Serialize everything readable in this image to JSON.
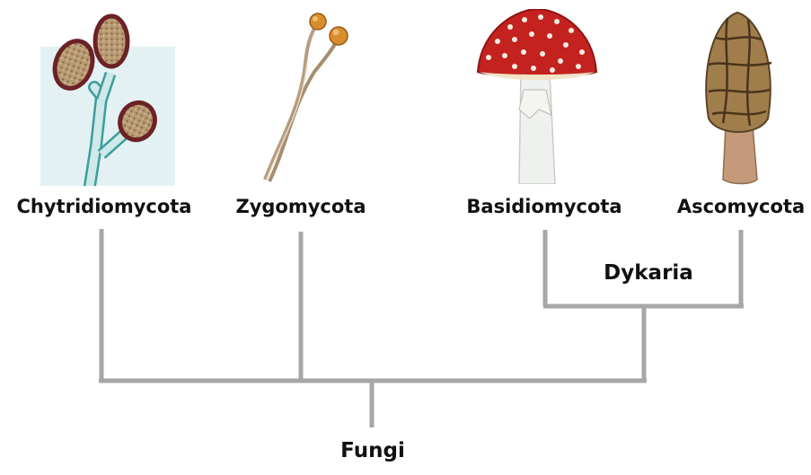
{
  "diagram": {
    "taxa": [
      {
        "id": "chytridiomycota",
        "label": "Chytridiomycota"
      },
      {
        "id": "zygomycota",
        "label": "Zygomycota"
      },
      {
        "id": "basidiomycota",
        "label": "Basidiomycota"
      },
      {
        "id": "ascomycota",
        "label": "Ascomycota"
      }
    ],
    "clades": {
      "dykaria": "Dykaria",
      "fungi": "Fungi"
    },
    "colors": {
      "branch": "#a7a7a7",
      "label": "#111111"
    }
  }
}
